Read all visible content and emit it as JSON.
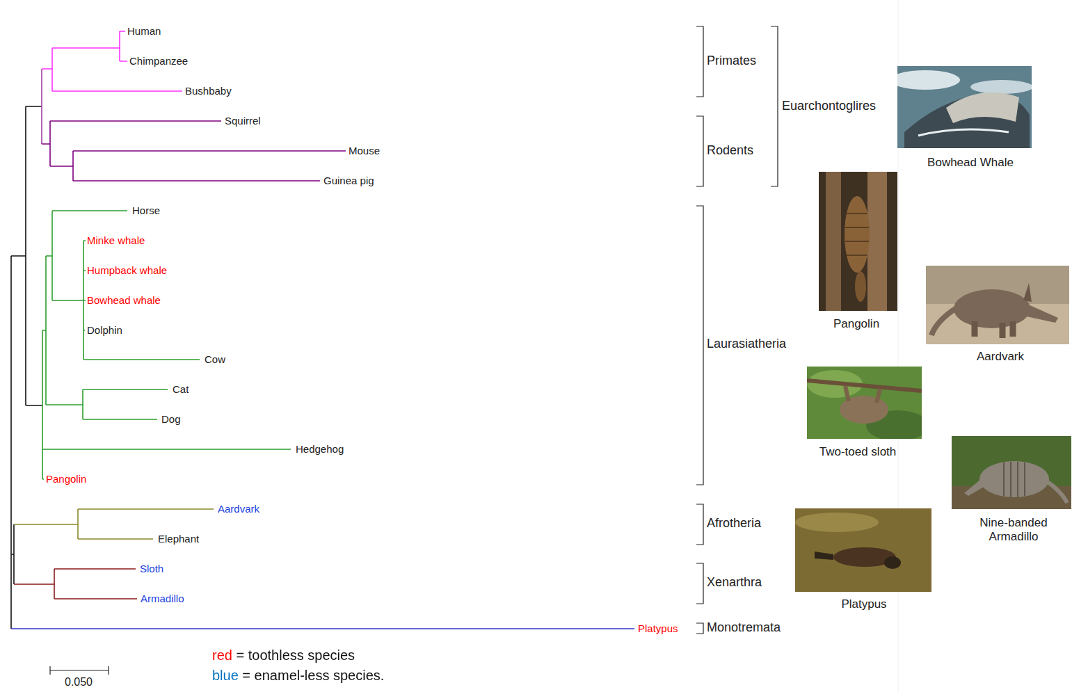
{
  "diagram": {
    "labels": [
      "Human",
      "Chimpanzee",
      "Bushbaby",
      "Squirrel",
      "Mouse",
      "Guinea pig",
      "Horse",
      "Minke whale",
      "Humpback whale",
      "Bowhead whale",
      "Dolphin",
      "Cow",
      "Cat",
      "Dog",
      "Hedgehog",
      "Pangolin",
      "Aardvark",
      "Elephant",
      "Sloth",
      "Armadillo",
      "Platypus",
      "Primates",
      "Rodents",
      "Euarchontoglires",
      "Laurasiatheria",
      "Afrotheria",
      "Xenarthra",
      "Monotremata",
      "Bowhead Whale",
      "Pangolin",
      "Aardvark",
      "Two-toed sloth",
      "Nine-banded Armadillo",
      "Platypus",
      "0.050"
    ],
    "legend": [
      {
        "text": "red = toothless species",
        "color": "#ff0000"
      },
      {
        "text": "blue = enamel-less species.",
        "color": "#0070c0"
      }
    ]
  }
}
